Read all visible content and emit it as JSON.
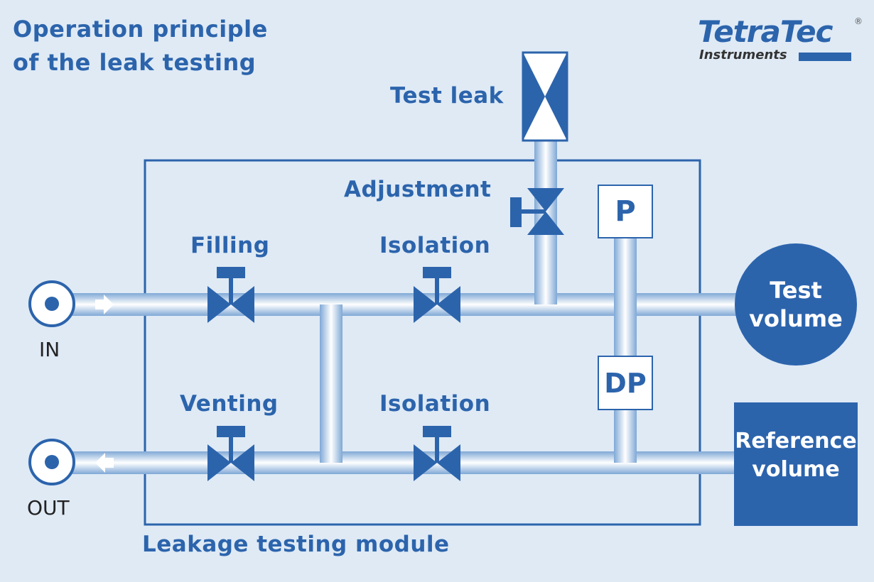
{
  "title": {
    "line1": "Operation principle",
    "line2": "of the leak testing"
  },
  "logo": {
    "brand": "TetraTec",
    "registered": "®",
    "subtitle": "Instruments"
  },
  "labels": {
    "test_leak": "Test leak",
    "adjustment": "Adjustment",
    "filling": "Filling",
    "isolation_top": "Isolation",
    "venting": "Venting",
    "isolation_bottom": "Isolation",
    "module": "Leakage testing module"
  },
  "ports": {
    "in": "IN",
    "out": "OUT"
  },
  "gauges": {
    "pressure": "P",
    "differential": "DP"
  },
  "volumes": {
    "test": {
      "line1": "Test",
      "line2": "volume"
    },
    "reference": {
      "line1": "Reference",
      "line2": "volume"
    }
  },
  "colors": {
    "background": "#dfeaf5",
    "primary": "#2c64ac",
    "pipe_highlight": "#ffffff"
  }
}
